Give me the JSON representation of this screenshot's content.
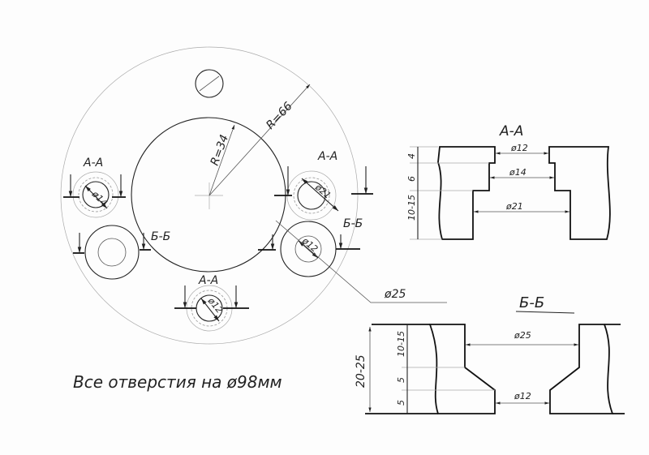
{
  "plan": {
    "section_aa_label": "А-А",
    "section_bb_label": "Б-Б",
    "radius_inner": "R=34",
    "radius_outer": "R=66",
    "hole_left_aa_dia": "ø14",
    "hole_right_aa_dia": "ø21",
    "hole_bottom_aa_dia": "ø12",
    "hole_right_bb_dia": "ø12",
    "leader_dia": "ø25"
  },
  "section_aa": {
    "title": "А-А",
    "dims": [
      "ø12",
      "ø14",
      "ø21"
    ],
    "heights": [
      "4",
      "6",
      "10-15"
    ]
  },
  "section_bb": {
    "title": "Б-Б",
    "dims": [
      "ø25",
      "ø12"
    ],
    "heights": [
      "10-15",
      "5",
      "5"
    ],
    "total_height": "20-25"
  },
  "note": "Все отверстия на ø98мм"
}
